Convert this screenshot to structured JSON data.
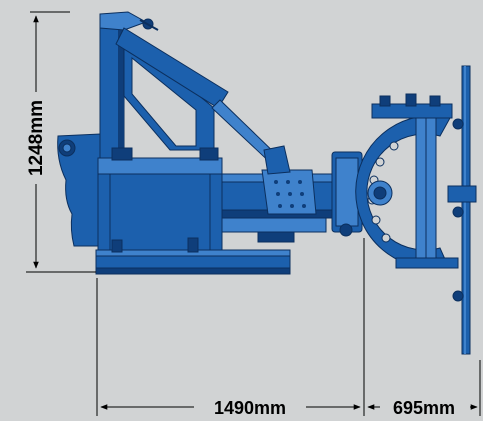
{
  "dimensions": {
    "height_label": "1248mm",
    "length_label": "1490mm",
    "reach_label": "695mm"
  },
  "colors": {
    "background": "#d1d3d4",
    "machine_blue": "#1c60ad",
    "machine_dark": "#0f3e7a",
    "machine_light": "#3f82cc",
    "line": "#000000"
  }
}
